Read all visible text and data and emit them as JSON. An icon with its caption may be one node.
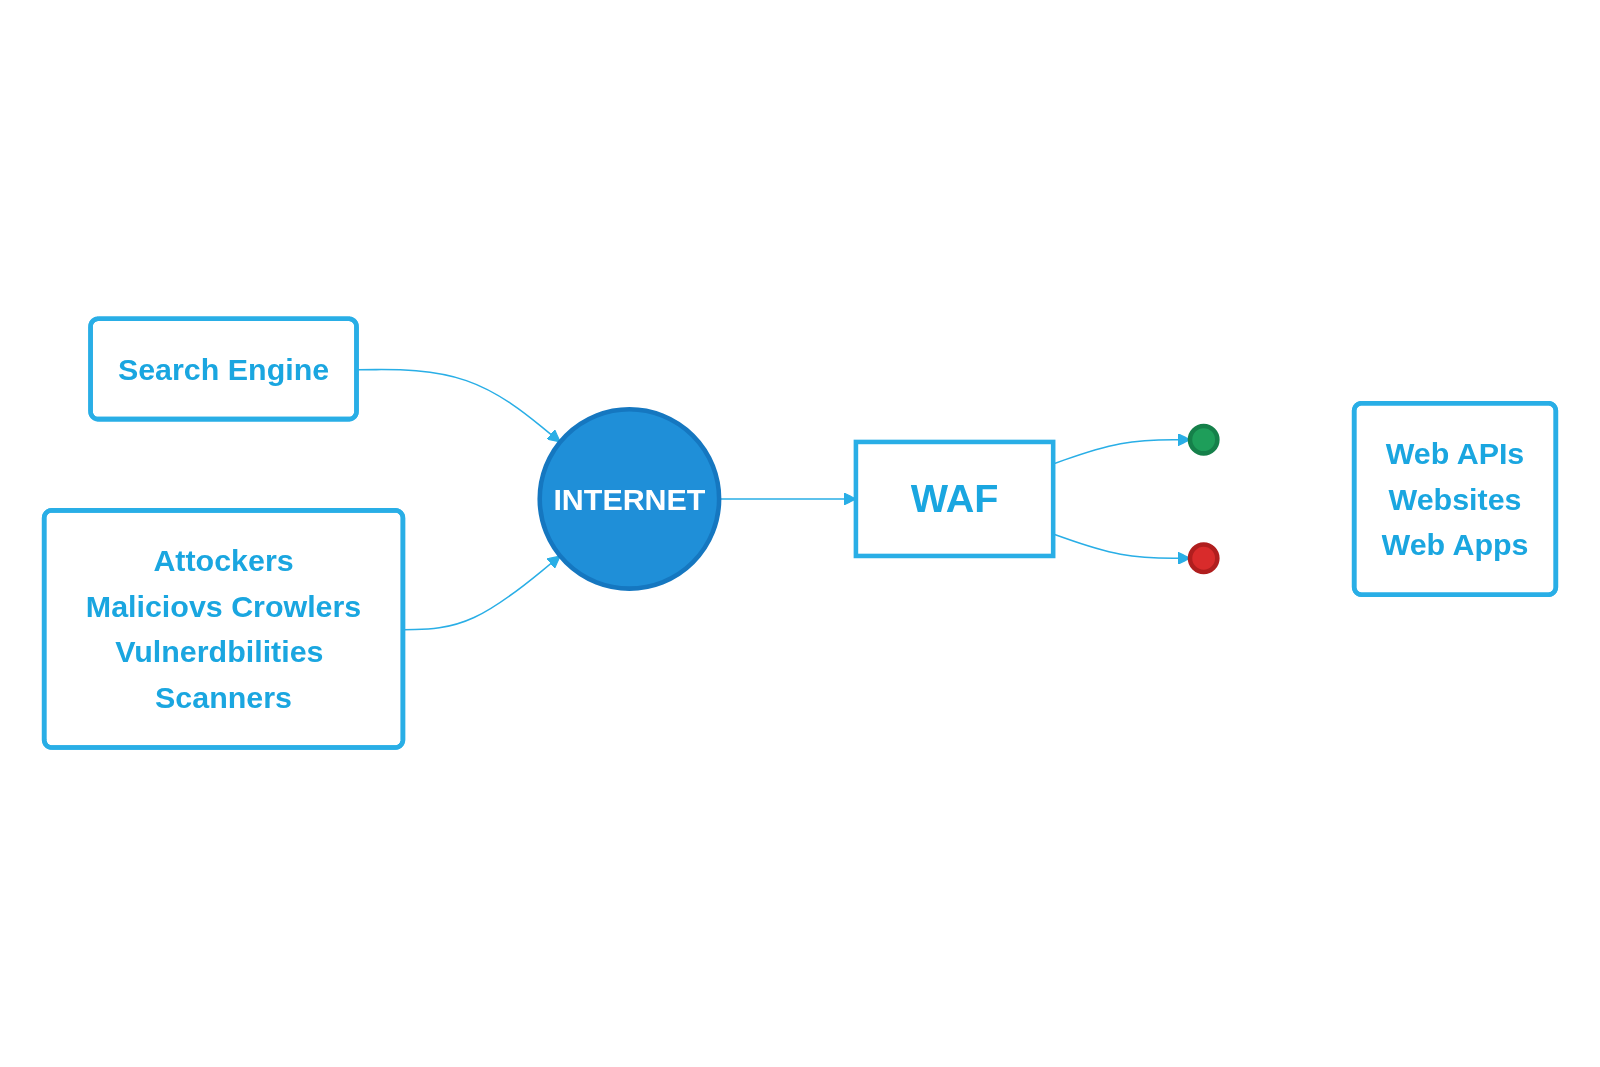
{
  "diagram": {
    "nodes": [
      {
        "text": [
          "Search Engine"
        ]
      },
      {
        "text": [
          "Web APIs",
          "Websites",
          "Web Apps"
        ]
      },
      {
        "text": [
          "INTERNET"
        ]
      },
      {
        "text": [
          "WAF"
        ]
      },
      {
        "text": [],
        "shape": "circle"
      },
      {
        "text": [],
        "shape": "circle"
      },
      {
        "text": [
          "Attockers",
          "Maliciovs Crowlers",
          "Vulnerdbilities Scanners"
        ]
      }
    ],
    "edges": [
      {
        "from": 0,
        "to": 2,
        "arrow": "to"
      },
      {
        "from": 6,
        "to": 2,
        "arrow": "to"
      },
      {
        "from": 2,
        "to": 3,
        "arrow": "to"
      },
      {
        "from": 3,
        "to": 4,
        "arrow": "to"
      },
      {
        "from": 3,
        "to": 5,
        "arrow": "to"
      }
    ]
  }
}
